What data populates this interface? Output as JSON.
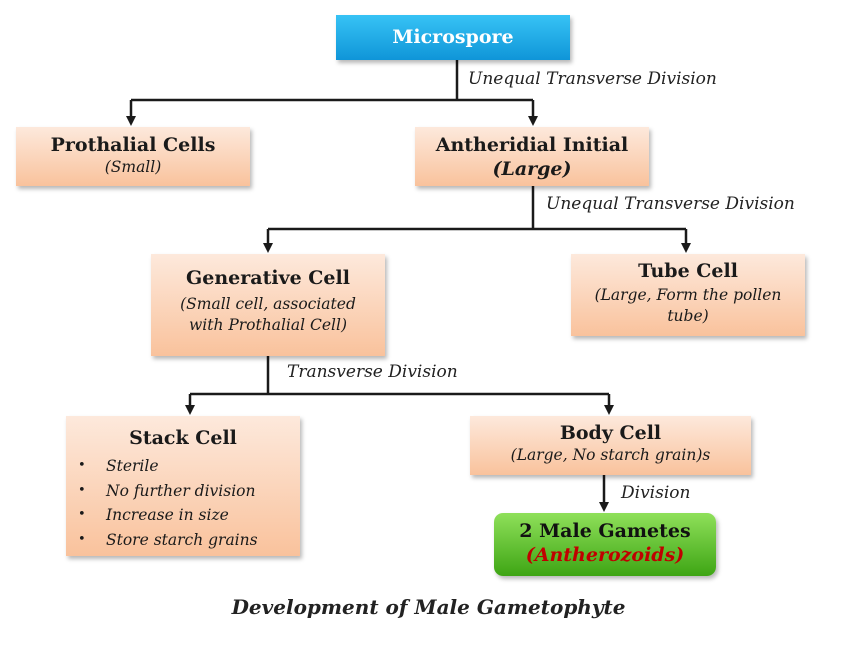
{
  "nodes": {
    "microspore": {
      "title": "Microspore"
    },
    "prothalial": {
      "title": "Prothalial Cells",
      "sub": "(Small)"
    },
    "antheridial": {
      "title": "Antheridial Initial",
      "sub": "(Large)"
    },
    "generative": {
      "title": "Generative Cell",
      "sub1": "(Small cell, associated",
      "sub2": "with Prothalial Cell)"
    },
    "tube": {
      "title": "Tube Cell",
      "sub1": "(Large, Form the pollen",
      "sub2": "tube)"
    },
    "stack": {
      "title": "Stack Cell",
      "items": [
        "Sterile",
        "No further division",
        "Increase in size",
        "Store starch grains"
      ]
    },
    "body": {
      "title": "Body Cell",
      "sub": "(Large, No starch grain)s"
    },
    "gametes": {
      "title": "2 Male Gametes",
      "sub": "(Antherozoids)"
    }
  },
  "edge_labels": {
    "division1": "Unequal Transverse Division",
    "division2": "Unequal Transverse Division",
    "division3": "Transverse Division",
    "division4": "Division"
  },
  "caption": "Development of Male Gametophyte",
  "colors": {
    "root_box": "#1ba6e6",
    "cell_box": "#fad4b8",
    "final_box": "#5cc12c",
    "highlight_text": "#c00000",
    "connector": "#1a1a1a"
  }
}
